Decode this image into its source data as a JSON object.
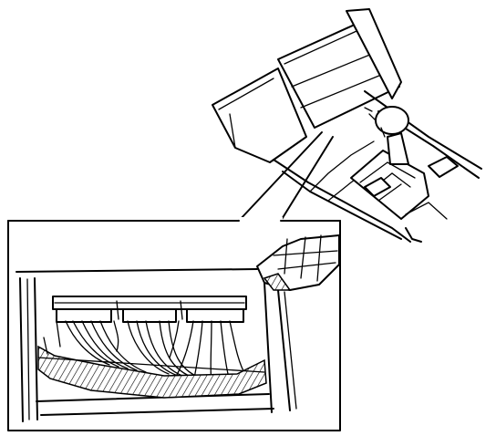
{
  "figure": {
    "description_visible_text": "",
    "colors": {
      "ink": "#000000",
      "paper": "#ffffff"
    },
    "parts": [
      {
        "id": "center-console-overview",
        "icon": "console-icon"
      },
      {
        "id": "gear-shift-knob",
        "icon": "shift-knob-icon"
      },
      {
        "id": "detail-inset",
        "icon": "magnify-callout-icon"
      },
      {
        "id": "wiring-harness-connectors",
        "icon": "connector-icon"
      }
    ]
  }
}
